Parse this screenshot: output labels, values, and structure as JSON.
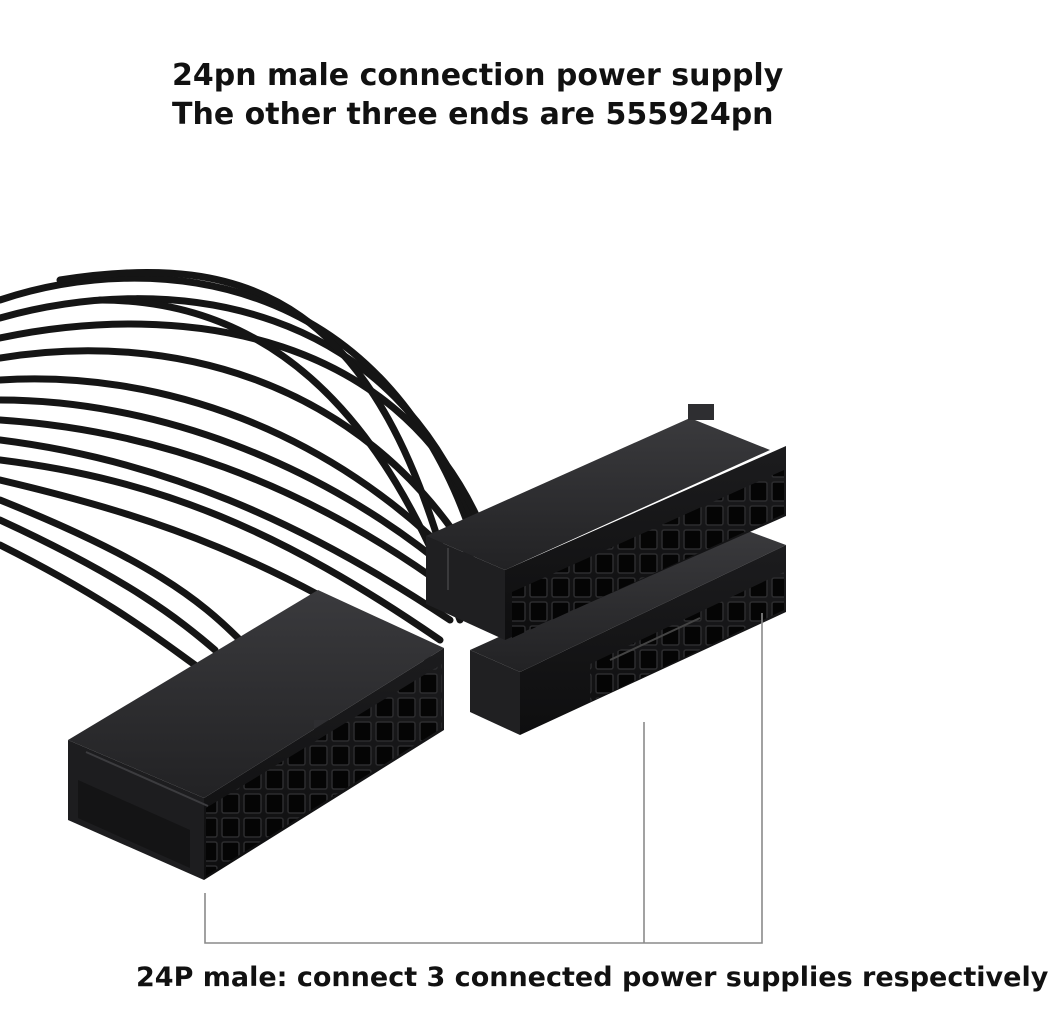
{
  "captions": {
    "top_line1": "24pn male connection power supply",
    "top_line2": "The other three ends are 555924pn",
    "bottom": "24P male: connect 3 connected power supplies respectively"
  },
  "colors": {
    "background": "#ffffff",
    "text": "#111111",
    "connector": "#1b1b1d",
    "wire": "#151515",
    "leader_line": "#8a8a8a"
  }
}
